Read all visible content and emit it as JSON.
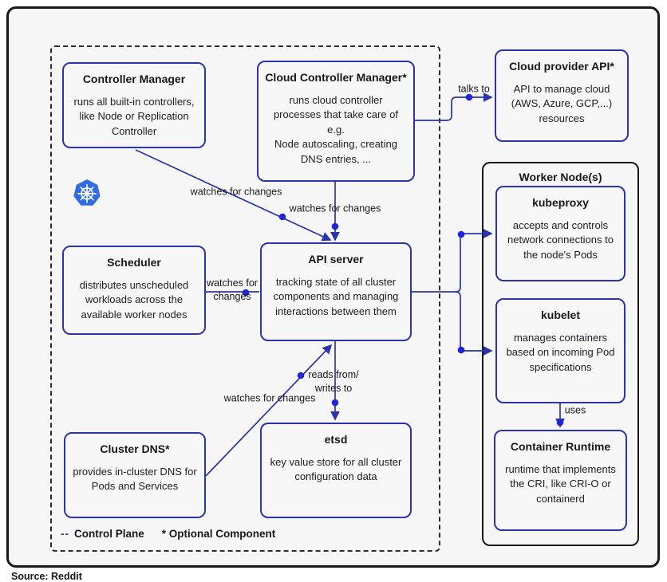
{
  "frame": {
    "source_caption": "Source: Reddit"
  },
  "colors": {
    "box_border": "#2b35a8",
    "connector": "#2b35a8",
    "dot": "#2026d8",
    "frame_border": "#17181c",
    "box_fill": "#f7f7f8",
    "kubernetes_blue": "#326ce5"
  },
  "diagram": {
    "control_plane": {
      "legend_dash": "--",
      "legend_control_plane": "Control Plane",
      "legend_optional": "* Optional Component",
      "boxes": {
        "controller_manager": {
          "title": "Controller Manager",
          "body": "runs all built-in controllers, like Node or Replication Controller"
        },
        "cloud_controller_manager": {
          "title": "Cloud Controller Manager*",
          "body": "runs cloud controller processes that take care of\ne.g.\nNode autoscaling, creating DNS entries, ..."
        },
        "scheduler": {
          "title": "Scheduler",
          "body": "distributes unscheduled workloads across the available worker nodes"
        },
        "api_server": {
          "title": "API server",
          "body": "tracking state of all cluster components and managing interactions between them"
        },
        "etsd": {
          "title": "etsd",
          "body": "key value store for all cluster configuration data"
        },
        "cluster_dns": {
          "title": "Cluster DNS*",
          "body": "provides in-cluster DNS for Pods and Services"
        }
      }
    },
    "cloud_provider_api": {
      "title": "Cloud provider API*",
      "body": "API to manage cloud (AWS, Azure, GCP,...) resources"
    },
    "worker_node": {
      "title": "Worker Node(s)",
      "boxes": {
        "kubeproxy": {
          "title": "kubeproxy",
          "body": "accepts and controls network connections to the node's Pods"
        },
        "kubelet": {
          "title": "kubelet",
          "body": "manages containers based on incoming Pod specifications"
        },
        "container_runtime": {
          "title": "Container Runtime",
          "body": "runtime that implements the CRI, like CRI-O or containerd"
        }
      }
    },
    "edge_labels": {
      "talks_to": "talks to",
      "cm_watches": "watches for changes",
      "ccm_watches": "watches for changes",
      "scheduler_watches": "watches for\nchanges",
      "reads_writes": "reads from/\nwrites to",
      "dns_watches": "watches for changes",
      "uses": "uses"
    },
    "icons": {
      "kubernetes_logo": "kubernetes-helm-wheel-icon"
    }
  }
}
